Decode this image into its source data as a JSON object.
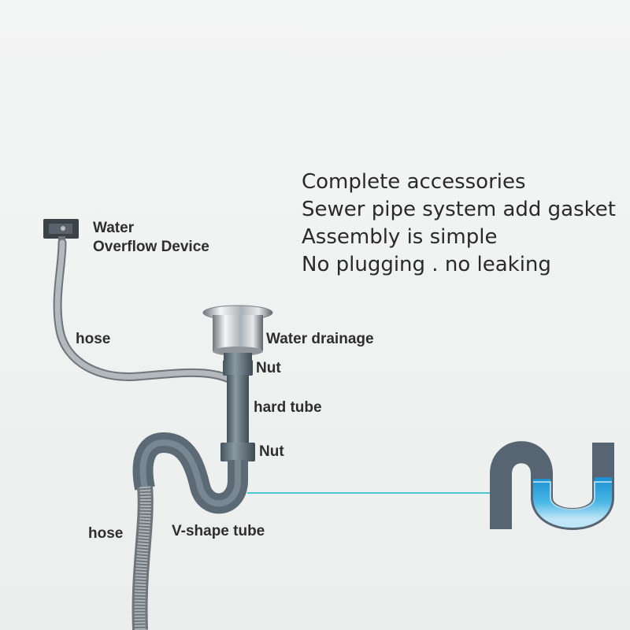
{
  "features": [
    "Complete accessories",
    "Sewer pipe system add gasket",
    "Assembly is simple",
    "No plugging  .  no leaking"
  ],
  "labels": {
    "overflow_line1": "Water",
    "overflow_line2": "Overflow Device",
    "hose_top": "hose",
    "water_drainage": "Water drainage",
    "nut_top": "Nut",
    "hard_tube": "hard tube",
    "nut_bottom": "Nut",
    "hose_bottom": "hose",
    "v_shape_tube": "V-shape tube"
  },
  "colors": {
    "pipe": "#5f6f7b",
    "hose": "#7c8287",
    "chrome": "#c9cfd3",
    "water": "#2aa3d6",
    "leader_line": "#4fc7d8",
    "text": "#2e2e2e"
  }
}
